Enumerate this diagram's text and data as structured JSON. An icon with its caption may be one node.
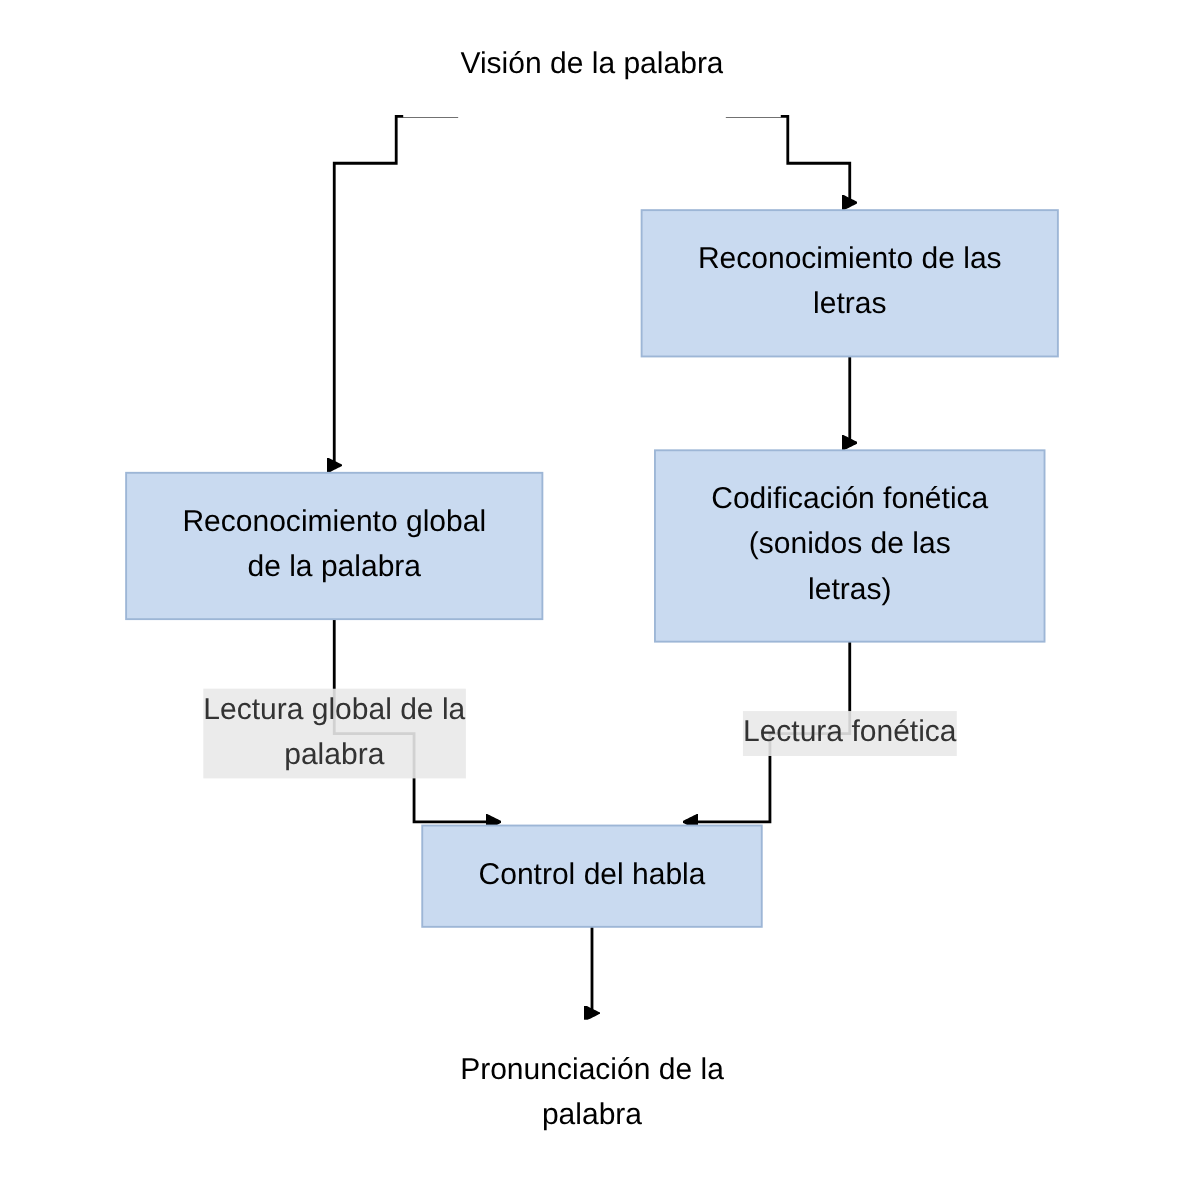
{
  "diagram": {
    "nodes": [
      {
        "text": [
          "Visión de la palabra"
        ]
      },
      {
        "text": [
          "Reconocimiento global de la palabra"
        ]
      },
      {
        "text": [
          "Reconocimiento de las letras"
        ]
      },
      {
        "text": [
          "Codificación fonética (sonidos de las letras)"
        ]
      },
      {
        "text": [
          "Control del habla"
        ]
      },
      {
        "text": [
          "Pronunciación de la palabra"
        ]
      }
    ],
    "edges": [
      {
        "from": 0,
        "to": 1,
        "arrow": "to"
      },
      {
        "from": 0,
        "to": 2,
        "arrow": "to"
      },
      {
        "from": 2,
        "to": 3,
        "arrow": "to"
      },
      {
        "from": 1,
        "to": 4,
        "arrow": "to",
        "label": "Lectura global de la palabra"
      },
      {
        "from": 3,
        "to": 4,
        "arrow": "to",
        "label": "Lectura fonética"
      },
      {
        "from": 4,
        "to": 5,
        "arrow": "to"
      }
    ]
  }
}
